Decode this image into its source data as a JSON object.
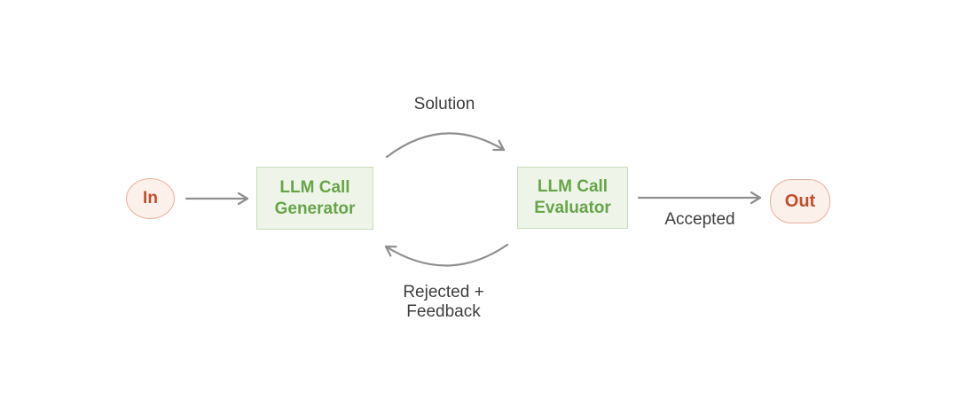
{
  "colors": {
    "background": "#ffffff",
    "arrow": "#8f8f8f",
    "label_text": "#3e3e3e",
    "node_green_bg": "#eef5e8",
    "node_green_border": "#c9dcba",
    "node_green_text": "#67a44a",
    "node_pink_bg": "#fcf0ea",
    "node_pink_border": "#e7b09c",
    "node_pink_text": "#c14e2d"
  },
  "nodes": {
    "input": {
      "label": "In"
    },
    "generator": {
      "label": "LLM Call Generator",
      "line1": "LLM Call",
      "line2": "Generator"
    },
    "evaluator": {
      "label": "LLM Call Evaluator",
      "line1": "LLM Call",
      "line2": "Evaluator"
    },
    "output": {
      "label": "Out"
    }
  },
  "edges": {
    "solution": {
      "label": "Solution"
    },
    "accepted": {
      "label": "Accepted"
    },
    "rejected_feedback": {
      "label": "Rejected + Feedback",
      "line1": "Rejected +",
      "line2": "Feedback"
    }
  }
}
